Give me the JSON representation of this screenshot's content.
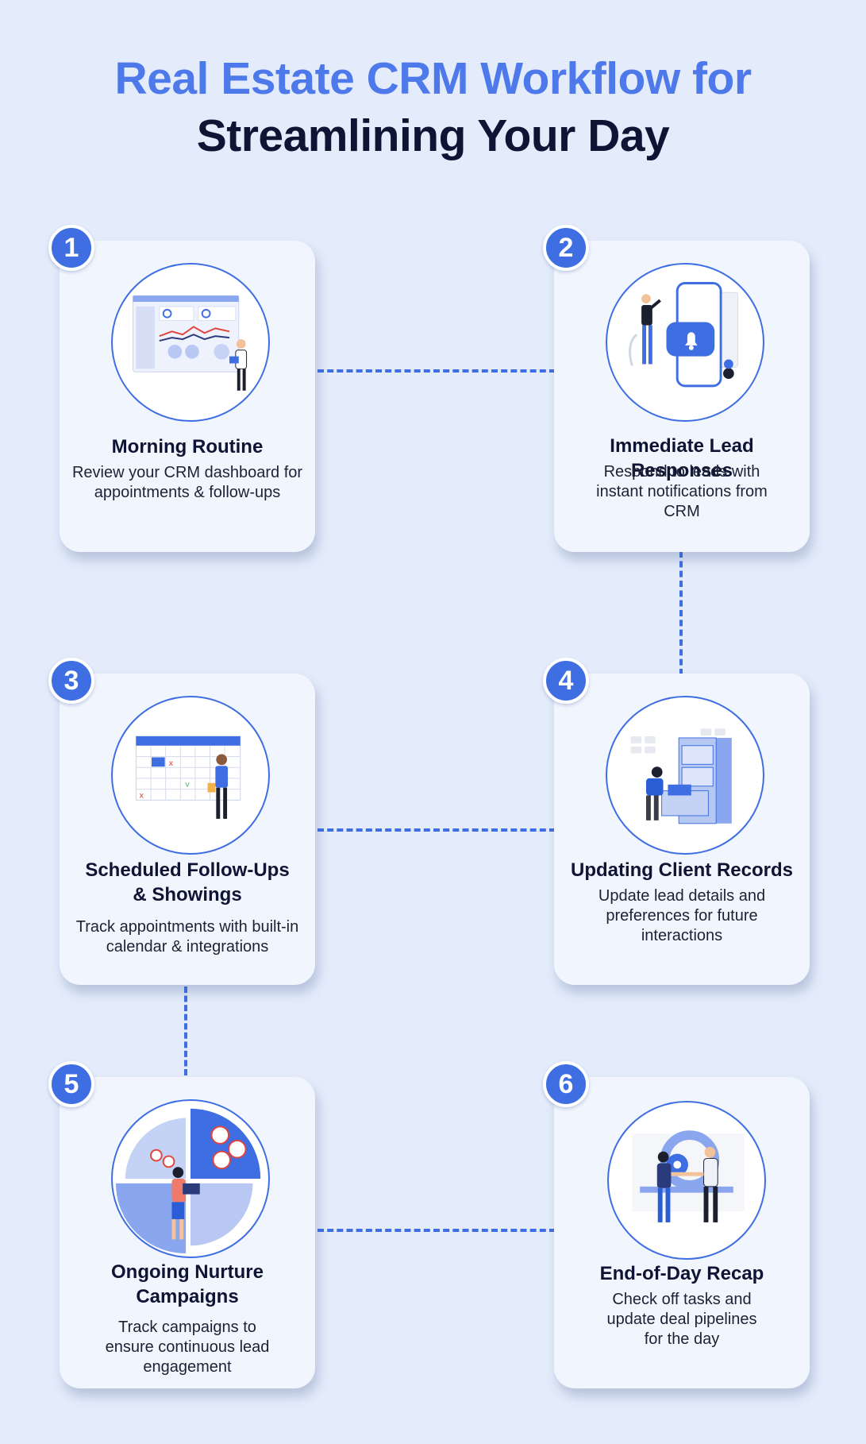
{
  "title": {
    "line1": "Real Estate CRM Workflow for",
    "line2": "Streamlining Your Day"
  },
  "colors": {
    "accent": "#3f6ee3",
    "title_blue": "#4d79ea",
    "dark": "#0e1433",
    "background": "#e4ecfb",
    "card": "#f1f5fd"
  },
  "steps": [
    {
      "number": "1",
      "title": "Morning Routine",
      "description": "Review your CRM dashboard for appointments & follow-ups",
      "icon": "dashboard-icon"
    },
    {
      "number": "2",
      "title": "Immediate Lead Responses",
      "description": "Respond to leads with instant notifications from CRM",
      "icon": "notification-icon"
    },
    {
      "number": "3",
      "title": "Scheduled Follow-Ups & Showings",
      "description": "Track appointments with built-in calendar & integrations",
      "icon": "calendar-icon"
    },
    {
      "number": "4",
      "title": "Updating Client Records",
      "description": "Update lead details and preferences for future interactions",
      "icon": "filing-cabinet-icon"
    },
    {
      "number": "5",
      "title": "Ongoing Nurture Campaigns",
      "description": "Track campaigns to ensure continuous lead engagement",
      "icon": "campaign-pie-chart-icon"
    },
    {
      "number": "6",
      "title": "End-of-Day Recap",
      "description": "Check off tasks and update deal pipelines for the day",
      "icon": "handshake-gears-icon"
    }
  ]
}
